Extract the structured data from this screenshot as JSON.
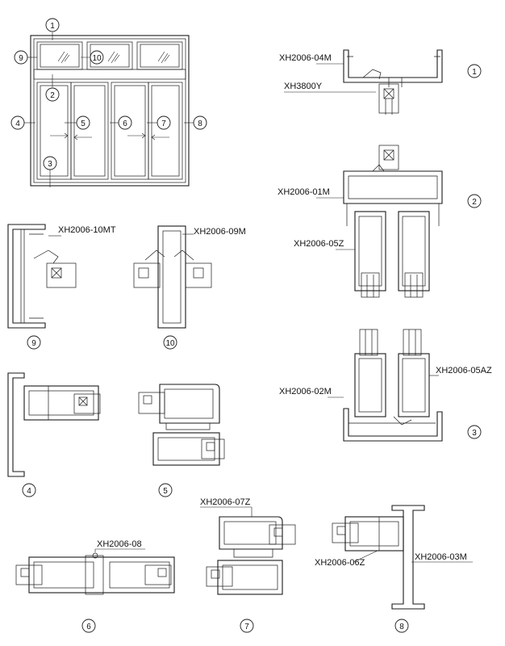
{
  "elevation": {
    "callouts": [
      "1",
      "2",
      "3",
      "4",
      "5",
      "6",
      "7",
      "8",
      "9",
      "10"
    ]
  },
  "sections": {
    "s1": {
      "number": "1",
      "labels": [
        "XH2006-04M",
        "XH3800Y"
      ]
    },
    "s2": {
      "number": "2",
      "labels": [
        "XH2006-01M",
        "XH2006-05Z"
      ]
    },
    "s3": {
      "number": "3",
      "labels": [
        "XH2006-02M",
        "XH2006-05AZ"
      ]
    },
    "s4": {
      "number": "4",
      "labels": []
    },
    "s5": {
      "number": "5",
      "labels": []
    },
    "s6": {
      "number": "6",
      "labels": [
        "XH2006-08"
      ]
    },
    "s7": {
      "number": "7",
      "labels": [
        "XH2006-07Z"
      ]
    },
    "s8": {
      "number": "8",
      "labels": [
        "XH2006-06Z",
        "XH2006-03M"
      ]
    },
    "s9": {
      "number": "9",
      "labels": [
        "XH2006-10MT"
      ]
    },
    "s10": {
      "number": "10",
      "labels": [
        "XH2006-09M"
      ]
    }
  }
}
